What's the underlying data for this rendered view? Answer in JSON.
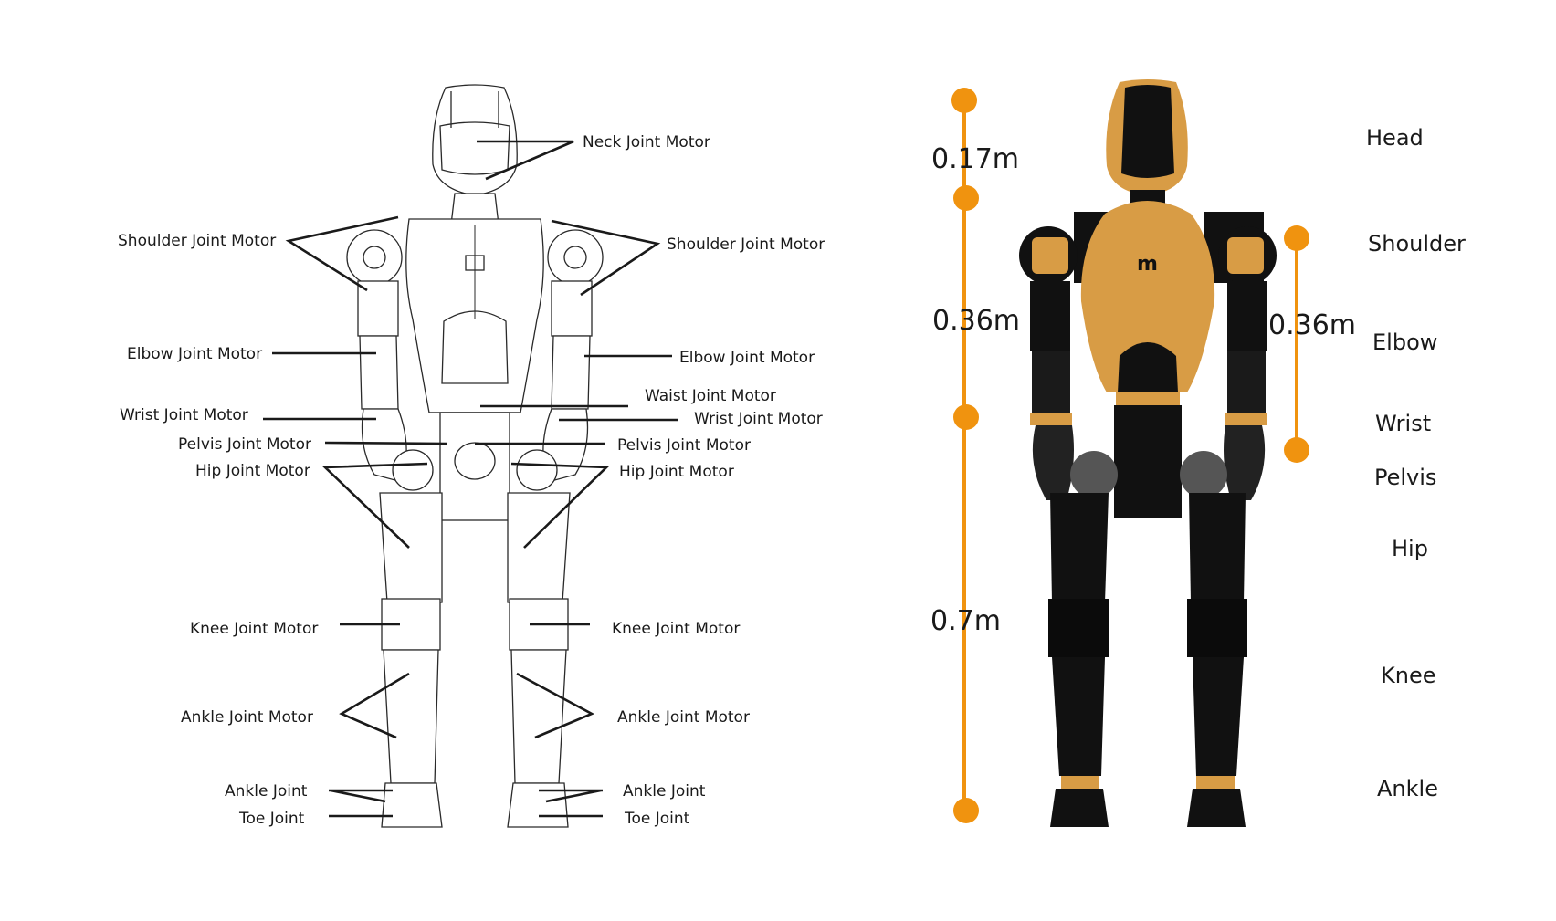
{
  "left_labels": {
    "neck": "Neck Joint Motor",
    "shoulder_l": "Shoulder Joint Motor",
    "shoulder_r": "Shoulder Joint Motor",
    "elbow_l": "Elbow Joint Motor",
    "elbow_r": "Elbow Joint Motor",
    "waist": "Waist Joint Motor",
    "wrist_l": "Wrist Joint Motor",
    "wrist_r": "Wrist Joint Motor",
    "pelvis_l": "Pelvis Joint Motor",
    "pelvis_r": "Pelvis Joint Motor",
    "hip_l": "Hip Joint Motor",
    "hip_r": "Hip Joint Motor",
    "knee_l": "Knee Joint Motor",
    "knee_r": "Knee Joint Motor",
    "ankle_motor_l": "Ankle Joint Motor",
    "ankle_motor_r": "Ankle Joint Motor",
    "ankle_l": "Ankle Joint",
    "ankle_r": "Ankle Joint",
    "toe_l": "Toe Joint",
    "toe_r": "Toe Joint"
  },
  "measurements": {
    "head": "0.17m",
    "torso": "0.36m",
    "legs": "0.7m",
    "arm": "0.36m"
  },
  "body_parts": {
    "head": "Head",
    "shoulder": "Shoulder",
    "elbow": "Elbow",
    "wrist": "Wrist",
    "pelvis": "Pelvis",
    "hip": "Hip",
    "knee": "Knee",
    "ankle": "Ankle"
  },
  "colors": {
    "accent": "#F0930F",
    "robot_gold": "#D89C45",
    "robot_black": "#111111",
    "line": "#1a1a1a"
  }
}
